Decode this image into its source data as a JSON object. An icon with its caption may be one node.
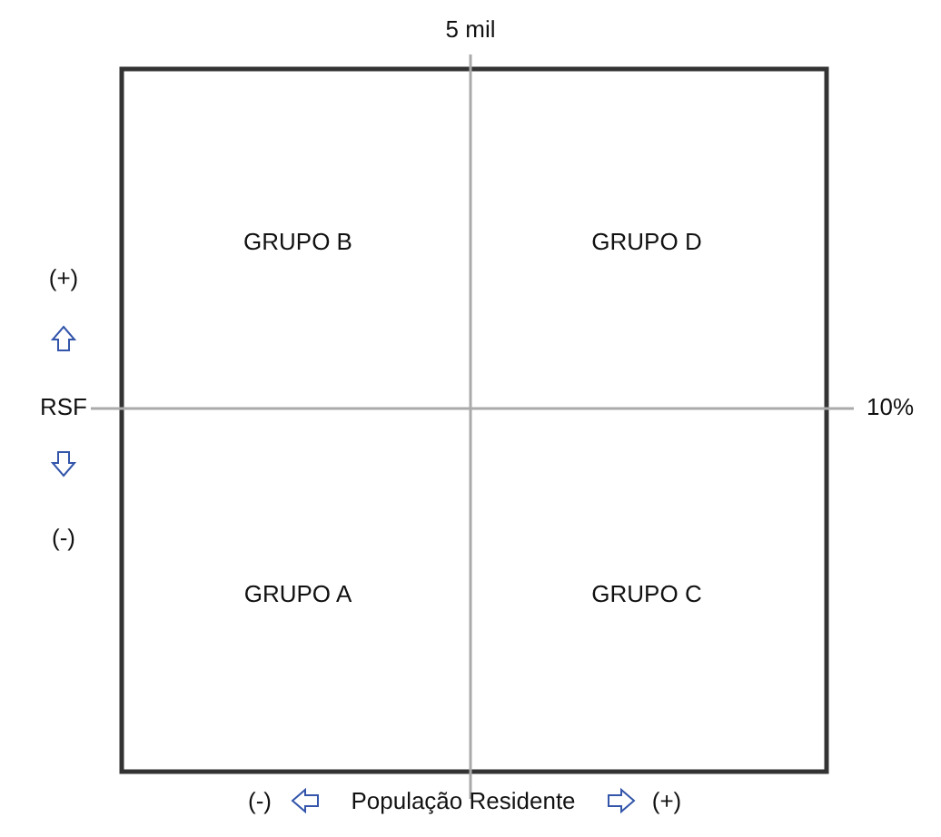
{
  "diagram": {
    "labels": [
      "5 mil",
      "GRUPO B",
      "GRUPO D",
      "(+)",
      "RSF",
      "10%",
      "(-)",
      "GRUPO A",
      "GRUPO C",
      "(-)",
      "População Residente",
      "(+)"
    ]
  }
}
